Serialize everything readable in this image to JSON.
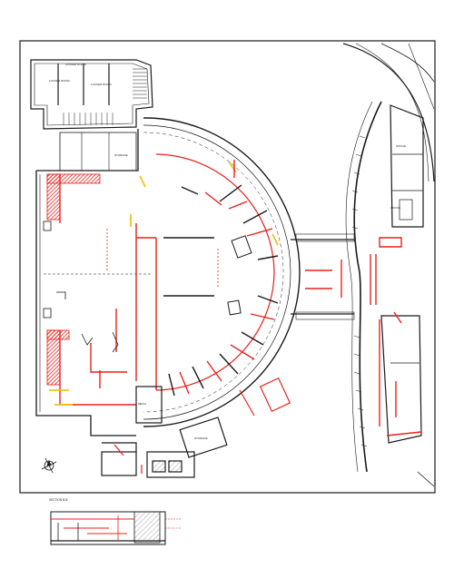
{
  "drawing": {
    "section_label": "SECTION B-B'",
    "room_labels": {
      "stair_room_1": "LOCKER ROOM",
      "stair_room_2": "LOCKER ROOM",
      "stair_room_3": "LOCKER ROOM",
      "top_room": "STORAGE",
      "small_room": "MECH",
      "right_room_1": "OFFICE",
      "right_room_2": "OFFICE",
      "bottom_room": "STORAGE"
    },
    "colors": {
      "wall": "#1a1a1a",
      "demolition": "#e8211c",
      "accent": "#f2c21a",
      "hatch": "#e8211c"
    }
  }
}
